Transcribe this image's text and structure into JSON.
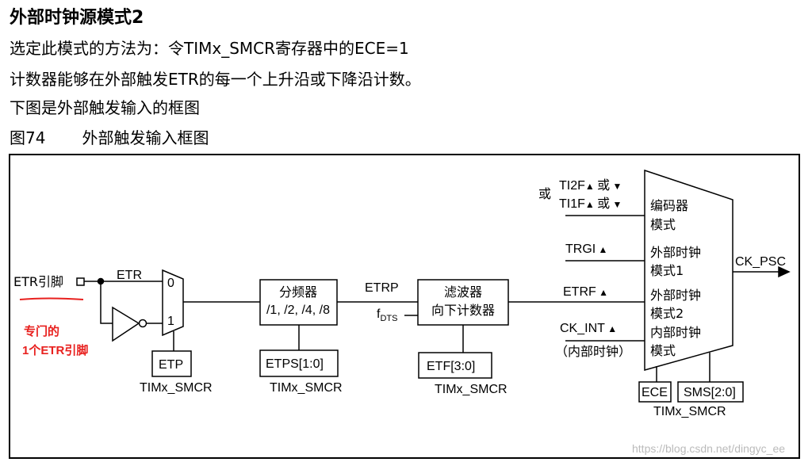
{
  "header": {
    "title": "外部时钟源模式2",
    "lines": [
      "选定此模式的方法为：令TIMx_SMCR寄存器中的ECE=1",
      "计数器能够在外部触发ETR的每一个上升沿或下降沿计数。",
      "下图是外部触发输入的框图"
    ],
    "figure_num": "图74",
    "figure_caption": "外部触发输入框图"
  },
  "diagram": {
    "etr_pin": "ETR引脚",
    "etr": "ETR",
    "mux_0": "0",
    "mux_1": "1",
    "etp": "ETP",
    "reg": "TIMx_SMCR",
    "prescaler": "分频器",
    "prescaler_div": "/1, /2, /4, /8",
    "etps": "ETPS[1:0]",
    "etrp": "ETRP",
    "fdts": "f",
    "fdts_sub": "DTS",
    "filter": "滤波器",
    "filter2": "向下计数器",
    "etf": "ETF[3:0]",
    "or": "或",
    "ti2f": "TI2F",
    "ti1f": "TI1F",
    "or_small": "或",
    "trgi": "TRGI",
    "etrf": "ETRF",
    "ck_int": "CK_INT",
    "internal_clock": "（内部时钟）",
    "encoder1": "编码器",
    "encoder2": "模式",
    "ext1a": "外部时钟",
    "ext1b": "模式1",
    "ext2a": "外部时钟",
    "ext2b": "模式2",
    "int_a": "内部时钟",
    "int_b": "模式",
    "ck_psc": "CK_PSC",
    "ece": "ECE",
    "sms": "SMS[2:0]"
  },
  "annotation": {
    "line1": "专门的",
    "line2": "1个ETR引脚",
    "color": "#e8201e"
  },
  "watermark": "https://blog.csdn.net/dingyc_ee"
}
